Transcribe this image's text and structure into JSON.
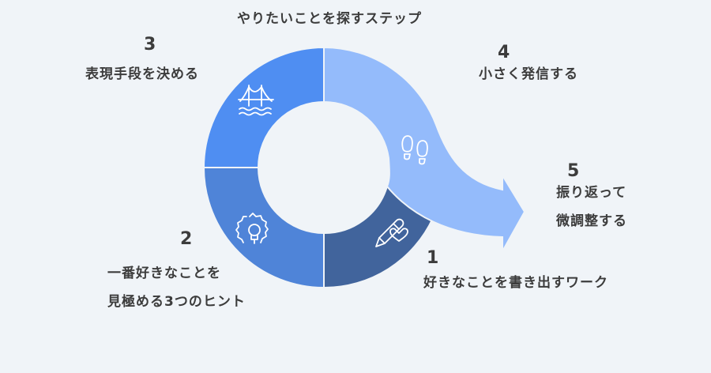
{
  "title": "やりたいことを探すステップ",
  "steps": [
    {
      "number": "1",
      "label": "好きなことを書き出すワーク",
      "icon": "pencil-heart-icon",
      "color": "#41649c"
    },
    {
      "number": "2",
      "label_line1": "一番好きなことを",
      "label_line2": "見極める3つのヒント",
      "icon": "gear-lightbulb-icon",
      "color": "#4f84d8"
    },
    {
      "number": "3",
      "label": "表現手段を決める",
      "icon": "bridge-icon",
      "color": "#4f8ef2"
    },
    {
      "number": "4",
      "label": "小さく発信する",
      "icon": "footprints-icon",
      "color": "#94bbfb"
    },
    {
      "number": "5",
      "label_line1": "振り返って",
      "label_line2": "微調整する",
      "icon": "arrow-head",
      "color": "#94bbfb"
    }
  ],
  "colors": {
    "background": "#f0f4f8",
    "text": "#3c3c3c"
  }
}
